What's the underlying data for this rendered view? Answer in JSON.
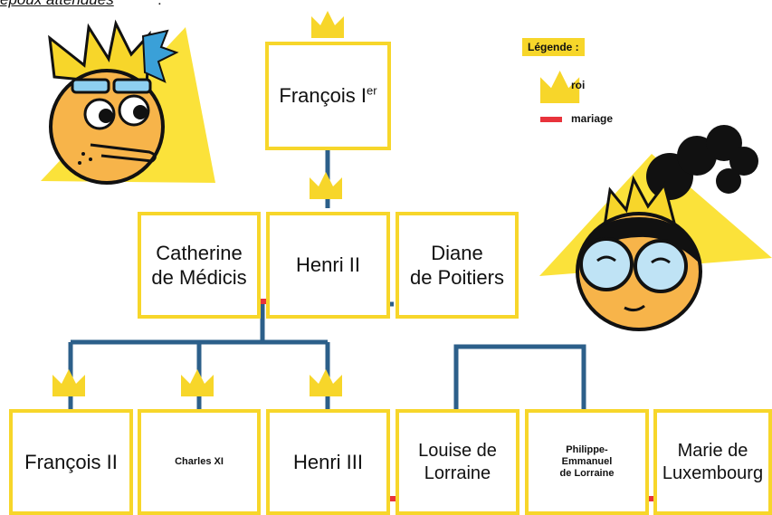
{
  "heading": {
    "text": "époux attendues",
    "tail": ":"
  },
  "legend": {
    "title": "Légende :",
    "king_label": "roi",
    "marriage_label": "mariage"
  },
  "colors": {
    "box_border": "#f7d62a",
    "crown": "#f7d62a",
    "line": "#2c5f8a",
    "marriage": "#e8333b",
    "triangle": "#fbe23a"
  },
  "people": {
    "francois1": {
      "name": "François I",
      "sup": "er"
    },
    "catherine": {
      "line1": "Catherine",
      "line2": "de Médicis"
    },
    "henri2": {
      "name": "Henri II"
    },
    "diane": {
      "line1": "Diane",
      "line2": "de Poitiers"
    },
    "francois2": {
      "name": "François II"
    },
    "charles": {
      "name": "Charles XI"
    },
    "henri3": {
      "name": "Henri III"
    },
    "louise": {
      "line1": "Louise de",
      "line2": "Lorraine"
    },
    "philippe": {
      "line1": "Philippe-",
      "line2": "Emmanuel",
      "line3": "de Lorraine"
    },
    "marie": {
      "line1": "Marie de",
      "line2": "Luxembourg"
    }
  },
  "icons": [
    "crown-icon",
    "king-cartoon",
    "queen-cartoon"
  ]
}
